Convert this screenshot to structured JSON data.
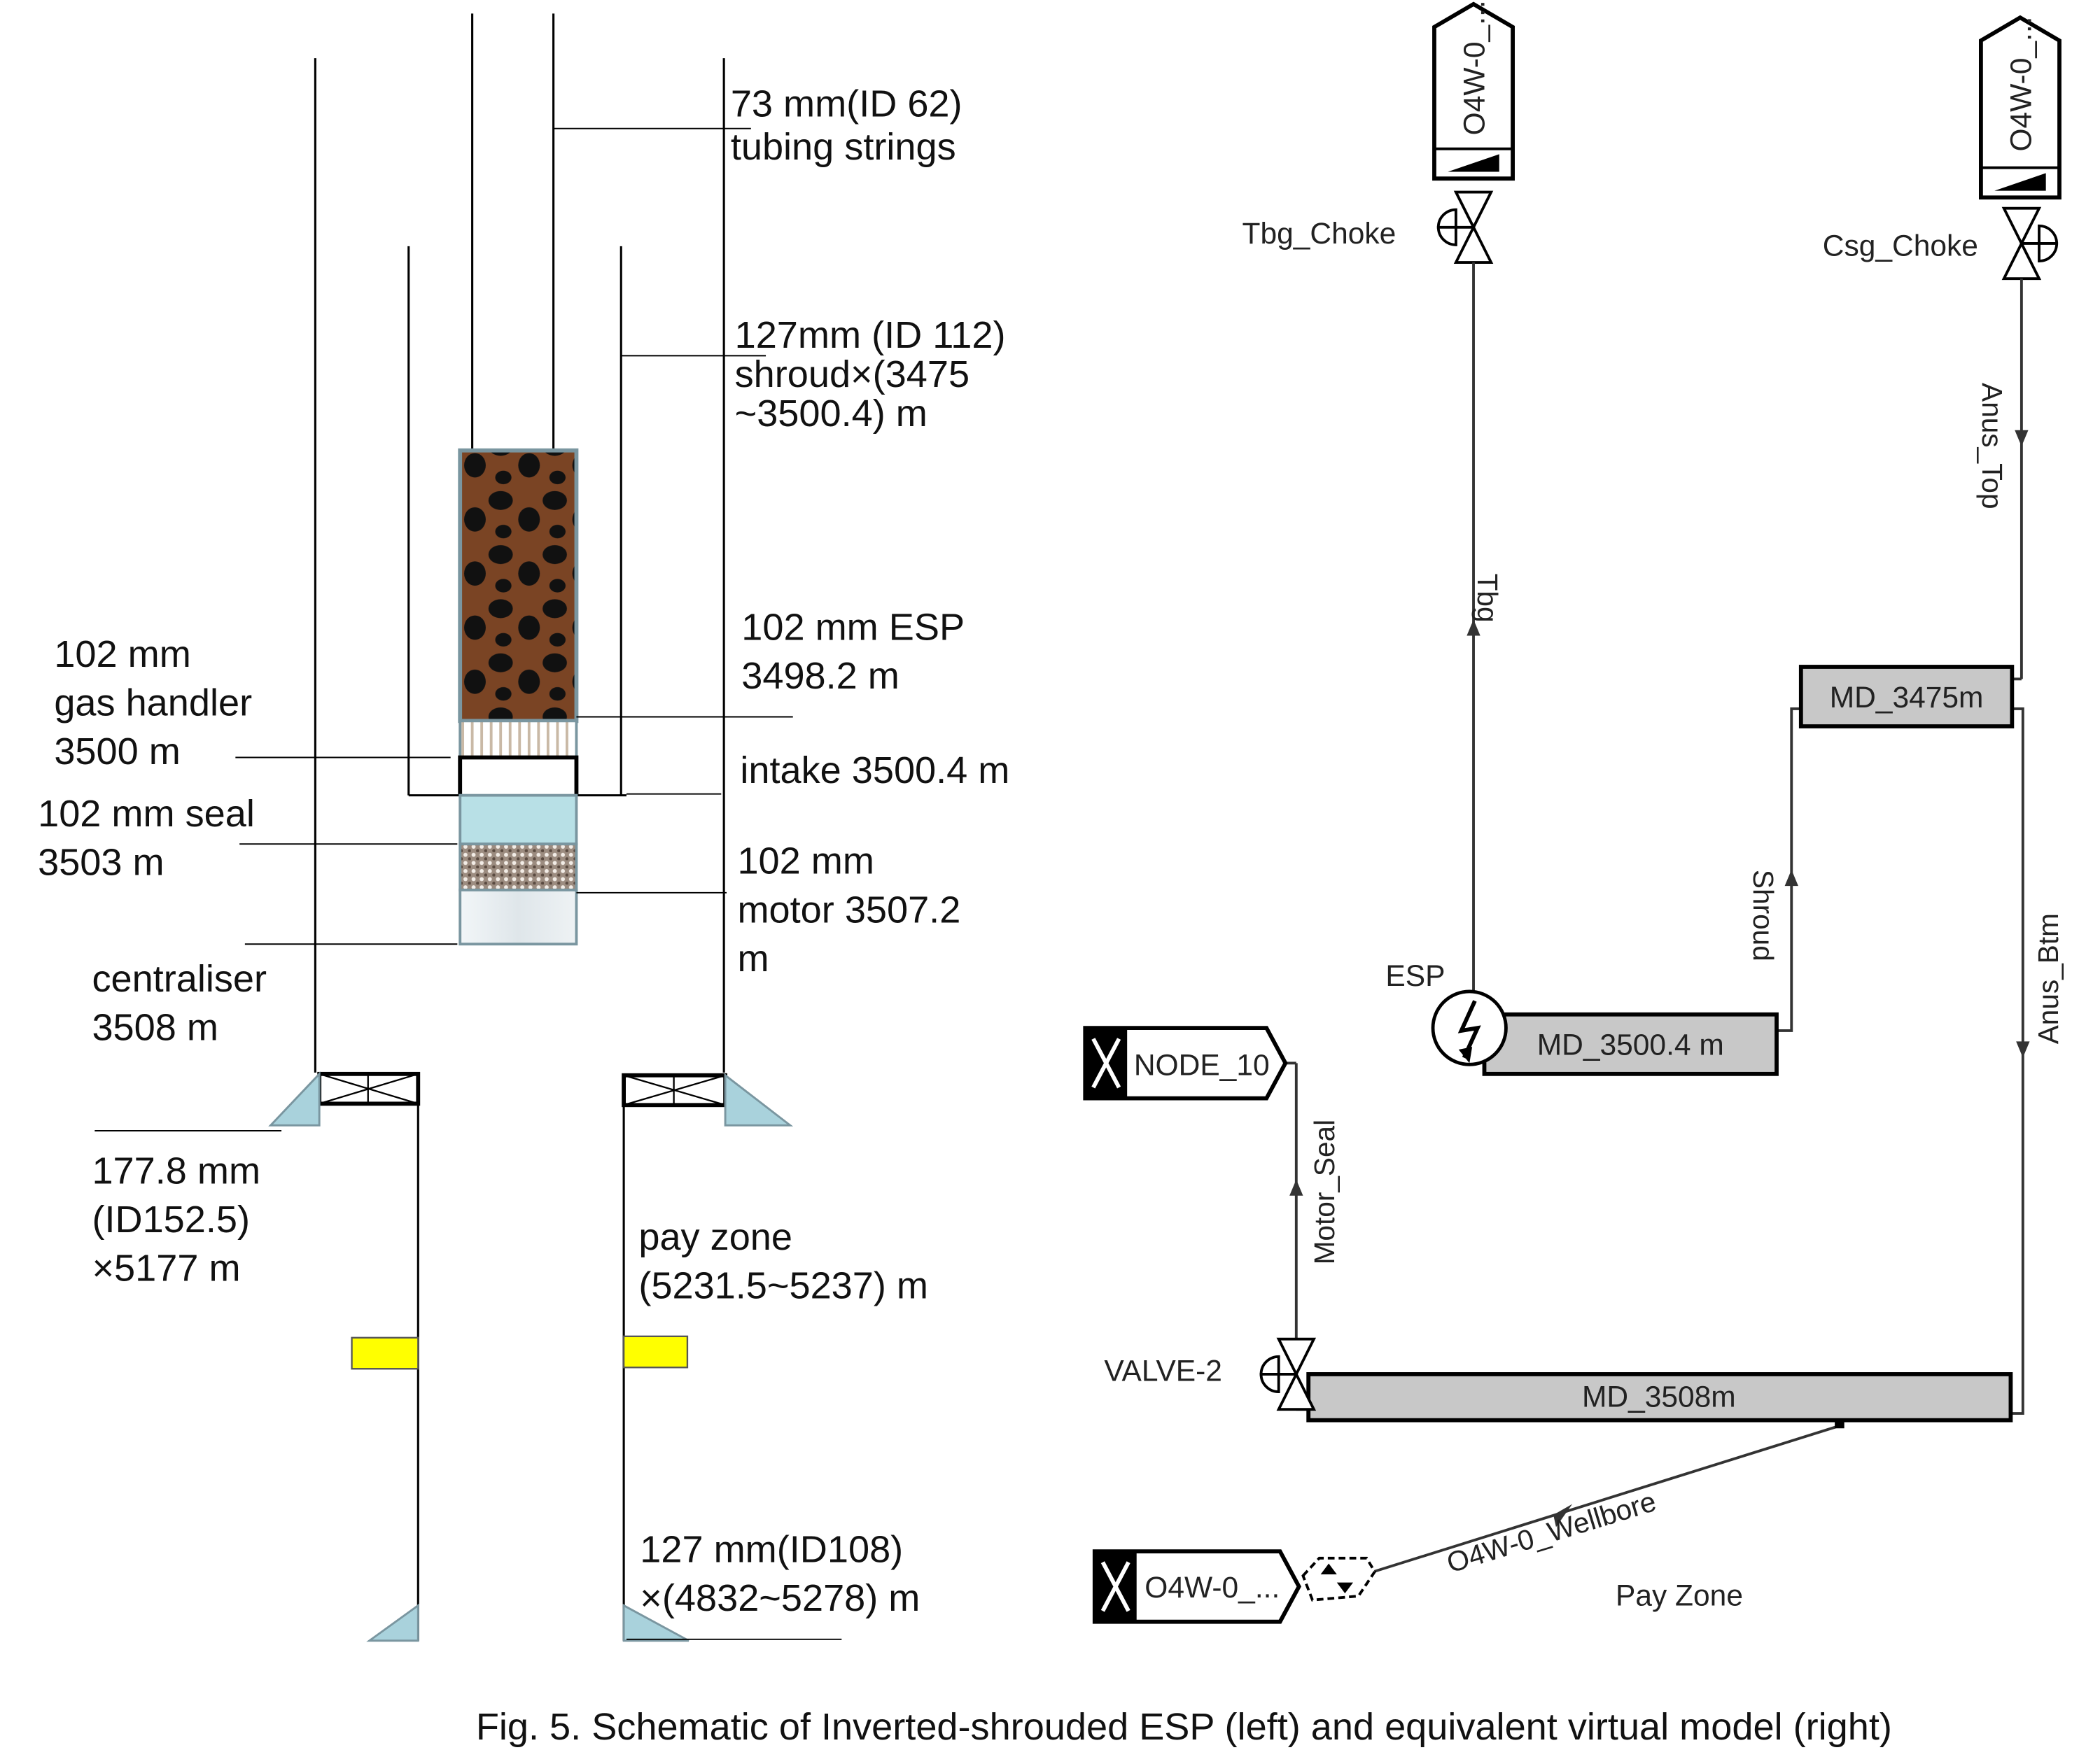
{
  "left_schematic": {
    "tubing": [
      "73 mm(ID 62)",
      "tubing strings"
    ],
    "shroud": [
      "127mm (ID 112)",
      "shroud×(3475",
      "~3500.4) m"
    ],
    "esp": [
      "102 mm ESP",
      "3498.2 m"
    ],
    "gas_handler": [
      "102 mm",
      "gas handler",
      "3500 m"
    ],
    "intake": "intake 3500.4 m",
    "seal": [
      "102 mm seal",
      "3503 m"
    ],
    "motor": [
      "102 mm",
      "motor 3507.2",
      "m"
    ],
    "centraliser": [
      "centraliser",
      "3508 m"
    ],
    "casing": [
      "177.8 mm",
      "(ID152.5)",
      "×5177 m"
    ],
    "pay_zone": [
      "pay zone",
      "(5231.5~5237) m"
    ],
    "liner": [
      "127 mm(ID108)",
      "×(4832~5278) m"
    ],
    "colors": {
      "pay_zone_fill": "#ffff00",
      "seal_fill": "#b8e0e6",
      "packer_fill": "#a9d2dc",
      "esp_pattern": "#6b3a1f"
    }
  },
  "right_model": {
    "source_top_left": "O4W-0_...",
    "source_top_right": "O4W-0_...",
    "tbg_choke": "Tbg_Choke",
    "csg_choke": "Csg_Choke",
    "anus_top": "Anus_Top",
    "tbg": "Tbg",
    "md_3475": "MD_3475m",
    "shroud": "Shroud",
    "esp": "ESP",
    "md_3500": "MD_3500.4 m",
    "anus_btm": "Anus_Btm",
    "node_10": "NODE_10",
    "motor_seal": "Motor_Seal",
    "valve_2": "VALVE-2",
    "md_3508": "MD_3508m",
    "wellbore": "O4W-0_Wellbore",
    "source_bottom": "O4W-0_...",
    "pay_zone": "Pay Zone",
    "colors": {
      "block_fill": "#c8c8c8"
    }
  },
  "caption": "Fig. 5. Schematic of Inverted-shrouded ESP (left) and equivalent virtual model (right)"
}
